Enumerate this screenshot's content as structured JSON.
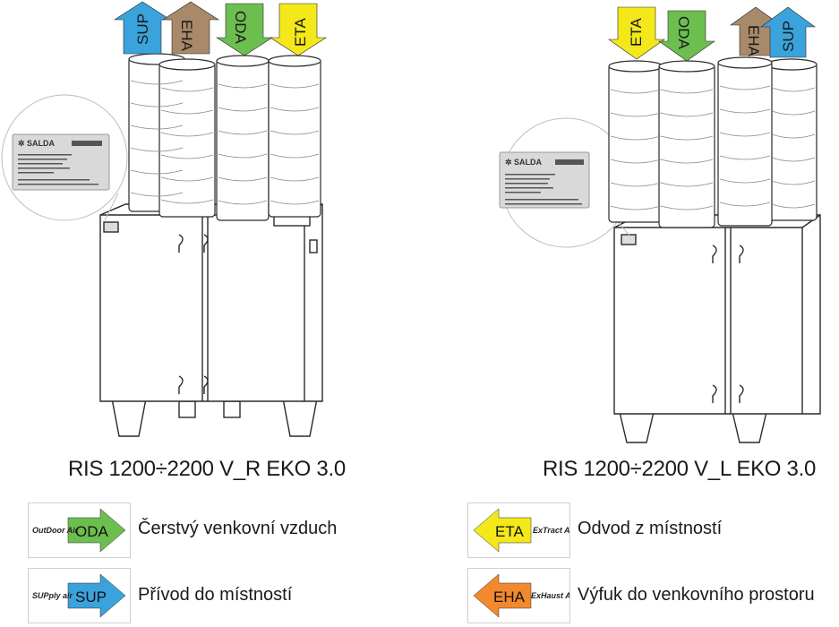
{
  "colors": {
    "oda": "#6cbf4f",
    "sup": "#3aa3dc",
    "eha": "#a8896a",
    "eta": "#f4e81b",
    "eha_legend": "#f2892e",
    "outline": "#2a2a2a"
  },
  "unit_right": {
    "title": "RIS 1200÷2200 V_R EKO 3.0",
    "arrows": [
      "SUP",
      "EHA",
      "ODA",
      "ETA"
    ],
    "brand": "SALDA"
  },
  "unit_left": {
    "title": "RIS 1200÷2200 V_L EKO 3.0",
    "arrows": [
      "ETA",
      "ODA",
      "EHA",
      "SUP"
    ],
    "brand": "SALDA"
  },
  "legend": [
    {
      "code": "ODA",
      "small": "OutDoor Air",
      "desc": "Čerstvý venkovní vzduch"
    },
    {
      "code": "SUP",
      "small": "SUPply air",
      "desc": "Přívod do místností"
    },
    {
      "code": "ETA",
      "small": "ExTract Air",
      "desc": "Odvod z místností"
    },
    {
      "code": "EHA",
      "small": "ExHaust Air",
      "desc": "Výfuk do venkovního prostoru"
    }
  ]
}
